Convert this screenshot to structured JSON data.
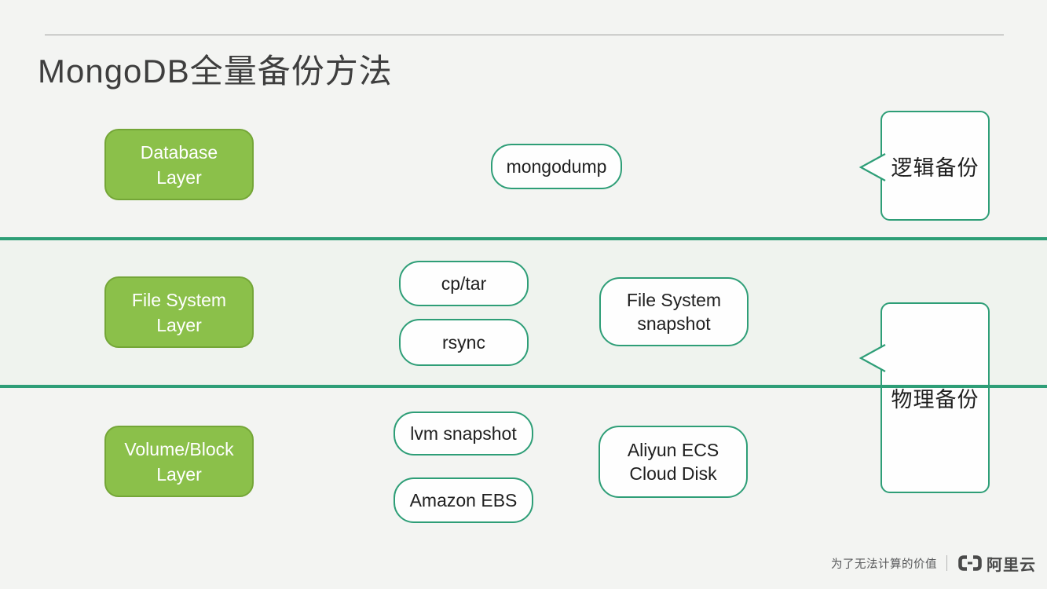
{
  "title": "MongoDB全量备份方法",
  "layer_boxes": [
    {
      "name": "database-layer",
      "lines": [
        "Database",
        "Layer"
      ]
    },
    {
      "name": "file-system-layer",
      "lines": [
        "File System",
        "Layer"
      ]
    },
    {
      "name": "volume-block-layer",
      "lines": [
        "Volume/Block",
        "Layer"
      ]
    }
  ],
  "method_boxes": [
    {
      "name": "mongodump",
      "lines": [
        "mongodump"
      ]
    },
    {
      "name": "cp-tar",
      "lines": [
        "cp/tar"
      ]
    },
    {
      "name": "rsync",
      "lines": [
        "rsync"
      ]
    },
    {
      "name": "file-system-snapshot",
      "lines": [
        "File System",
        "snapshot"
      ]
    },
    {
      "name": "lvm-snapshot",
      "lines": [
        "lvm snapshot"
      ]
    },
    {
      "name": "amazon-ebs",
      "lines": [
        "Amazon EBS"
      ]
    },
    {
      "name": "aliyun-ecs-cloud-disk",
      "lines": [
        "Aliyun ECS",
        "Cloud Disk"
      ]
    }
  ],
  "callouts": [
    {
      "name": "logical-backup",
      "label": "逻辑备份"
    },
    {
      "name": "physical-backup",
      "label": "物理备份"
    }
  ],
  "footer": {
    "slogan": "为了无法计算的价值",
    "brand": "阿里云",
    "logo_icon": "aliyun-brackets-icon"
  },
  "colors": {
    "background": "#f3f4f2",
    "middle_band": "#eff3ee",
    "teal_accent": "#2e9e77",
    "green_fill": "#8bc04a",
    "green_border": "#74a637",
    "title_text": "#3e3e3e",
    "box_text": "#1f1f1f",
    "footer_text": "#58595b"
  }
}
